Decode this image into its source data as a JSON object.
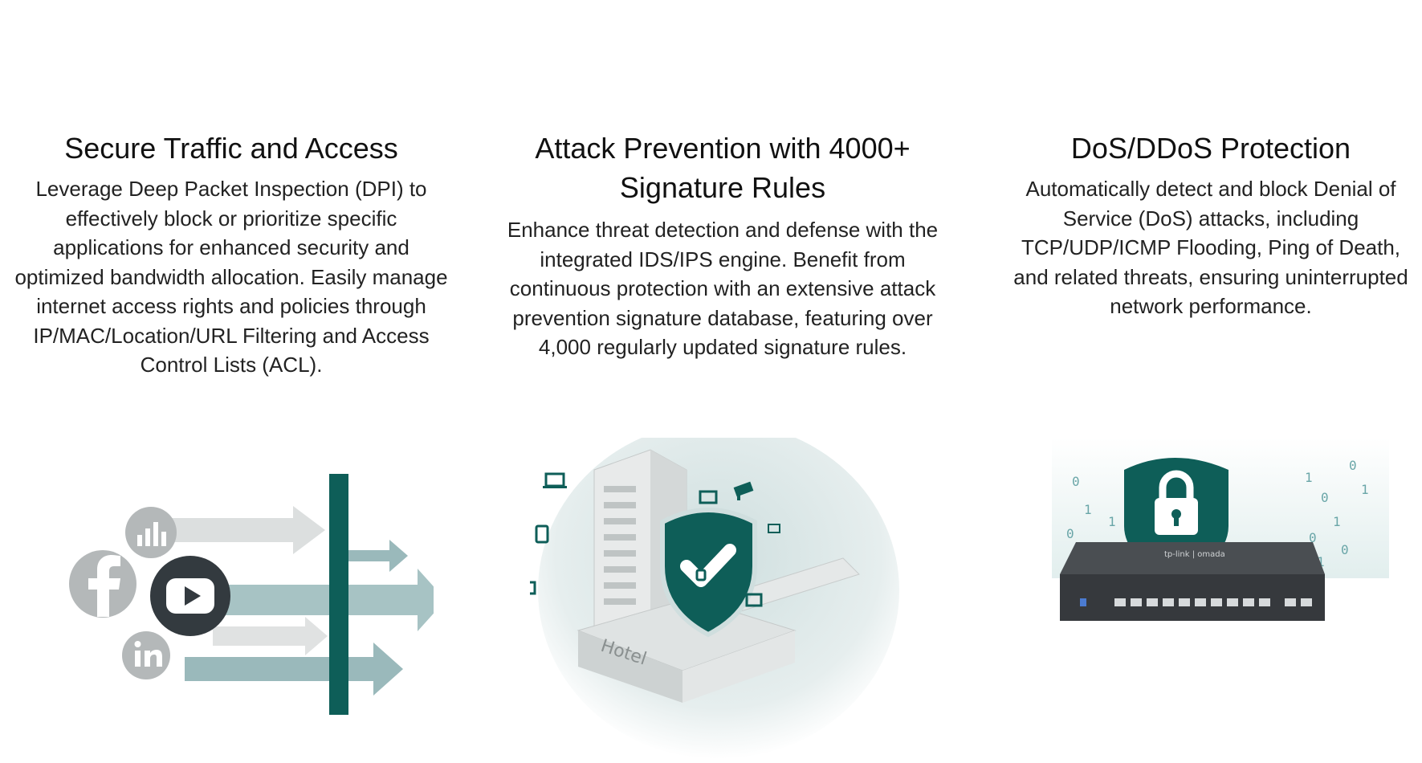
{
  "features": [
    {
      "title": "Secure Traffic and Access",
      "body": "Leverage Deep Packet Inspection (DPI) to effectively block or prioritize specific applications for enhanced security and optimized bandwidth allocation. Easily manage internet access rights and policies through IP/MAC/Location/URL Filtering and Access Control Lists (ACL).",
      "illustration_icons": [
        "bar-chart-icon",
        "facebook-icon",
        "youtube-icon",
        "linkedin-icon"
      ]
    },
    {
      "title": "Attack Prevention with 4000+ Signature Rules",
      "body": "Enhance threat detection and defense with the integrated IDS/IPS engine. Benefit from continuous protection with an extensive attack prevention signature database, featuring over 4,000 regularly updated signature rules.",
      "illustration_icons": [
        "shield-check-icon",
        "camera-icon",
        "laptop-icon",
        "tablet-icon",
        "image-icon",
        "watch-icon"
      ],
      "building_sign": "Hotel"
    },
    {
      "title": "DoS/DDoS Protection",
      "body": "Automatically detect and block Denial of Service (DoS) attacks, including TCP/UDP/ICMP Flooding, Ping of Death, and related threats, ensuring uninterrupted network performance.",
      "illustration_icons": [
        "shield-lock-icon",
        "router-device-icon"
      ],
      "device_brand": "tp-link | omada"
    }
  ],
  "colors": {
    "accent_teal": "#0e5e58",
    "arrow_light": "#d9dcdc",
    "arrow_teal": "#9ab9bb",
    "icon_gray": "#b4b8b9",
    "icon_dark": "#333a3f"
  }
}
